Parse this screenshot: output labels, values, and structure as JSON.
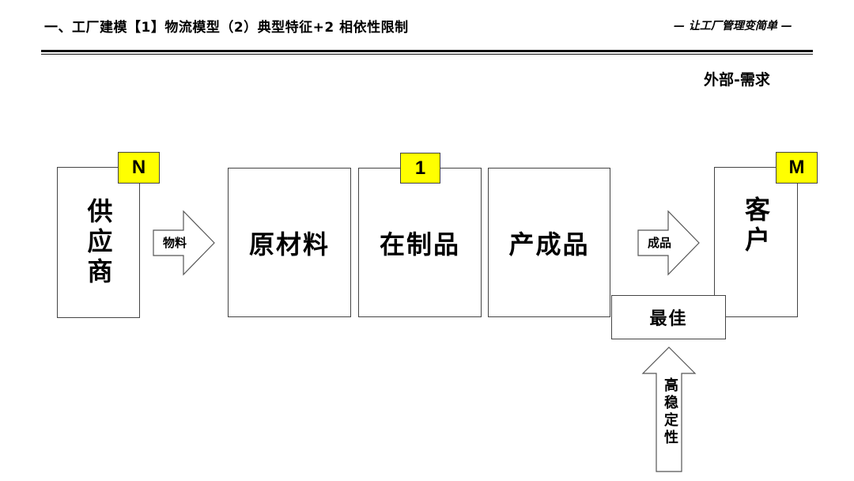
{
  "header": {
    "title": "一、工厂建模【1】物流模型（2）典型特征+2 相依性限制",
    "slogan": "— 让工厂管理变简单 —"
  },
  "section_title": "外部-需求",
  "diagram": {
    "nodes": [
      {
        "id": "supplier",
        "label": "供应商",
        "tag": "N"
      },
      {
        "id": "raw_material",
        "label": "原材料"
      },
      {
        "id": "wip",
        "label": "在制品",
        "tag": "1"
      },
      {
        "id": "finished_goods",
        "label": "产成品"
      },
      {
        "id": "customer",
        "label": "客户",
        "tag": "M"
      }
    ],
    "arrows": [
      {
        "id": "materials",
        "label": "物料",
        "from": "supplier",
        "to": "raw_material"
      },
      {
        "id": "products",
        "label": "成品",
        "from": "finished_goods",
        "to": "customer"
      }
    ],
    "optimal_box": {
      "label": "最佳"
    },
    "stability_arrow": {
      "label": "高稳定性",
      "direction": "up"
    },
    "colors": {
      "tag_fill": "#ffff00",
      "border": "#444444"
    }
  }
}
